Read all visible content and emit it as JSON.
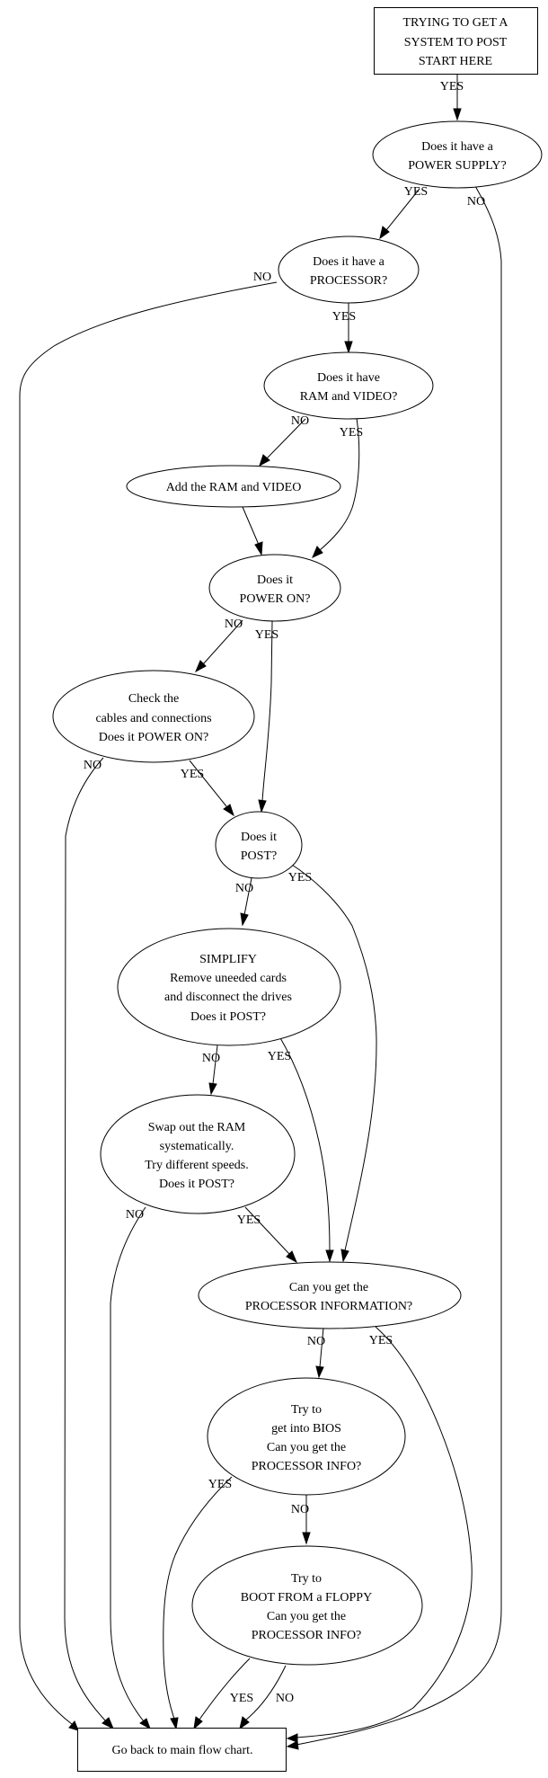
{
  "diagram": {
    "type": "flowchart",
    "colors": {
      "stroke": "#000000",
      "background": "#ffffff",
      "text": "#000000"
    },
    "nodes": {
      "start": {
        "shape": "box",
        "lines": [
          "TRYING TO GET A",
          "SYSTEM TO POST",
          "START HERE"
        ]
      },
      "power_supply": {
        "shape": "ellipse",
        "lines": [
          "Does it have a",
          "POWER SUPPLY?"
        ]
      },
      "processor": {
        "shape": "ellipse",
        "lines": [
          "Does it have a",
          "PROCESSOR?"
        ]
      },
      "ram_video": {
        "shape": "ellipse",
        "lines": [
          "Does it have",
          "RAM and VIDEO?"
        ]
      },
      "add_ram_video": {
        "shape": "ellipse",
        "lines": [
          "Add the RAM and VIDEO"
        ]
      },
      "power_on": {
        "shape": "ellipse",
        "lines": [
          "Does it",
          "POWER ON?"
        ]
      },
      "check_cables": {
        "shape": "ellipse",
        "lines": [
          "Check the",
          "cables and connections",
          "Does it POWER ON?"
        ]
      },
      "post": {
        "shape": "ellipse",
        "lines": [
          "Does it",
          "POST?"
        ]
      },
      "simplify": {
        "shape": "ellipse",
        "lines": [
          "SIMPLIFY",
          "Remove uneeded cards",
          "and disconnect the drives",
          "Does it POST?"
        ]
      },
      "swap_ram": {
        "shape": "ellipse",
        "lines": [
          "Swap out the RAM",
          "systematically.",
          "Try different speeds.",
          "Does it POST?"
        ]
      },
      "processor_info": {
        "shape": "ellipse",
        "lines": [
          "Can you get the",
          "PROCESSOR INFORMATION?"
        ]
      },
      "bios": {
        "shape": "ellipse",
        "lines": [
          "Try to",
          "get into BIOS",
          "Can you get the",
          "PROCESSOR INFO?"
        ]
      },
      "floppy": {
        "shape": "ellipse",
        "lines": [
          "Try to",
          "BOOT FROM a FLOPPY",
          "Can you get the",
          "PROCESSOR INFO?"
        ]
      },
      "main_chart": {
        "shape": "box",
        "lines": [
          "Go back to main flow chart."
        ]
      }
    },
    "edges": [
      {
        "from": "start",
        "to": "power_supply",
        "label": "YES"
      },
      {
        "from": "power_supply",
        "to": "processor",
        "label": "YES"
      },
      {
        "from": "power_supply",
        "to": "main_chart",
        "label": "NO"
      },
      {
        "from": "processor",
        "to": "main_chart",
        "label": "NO"
      },
      {
        "from": "processor",
        "to": "ram_video",
        "label": "YES"
      },
      {
        "from": "ram_video",
        "to": "add_ram_video",
        "label": "NO"
      },
      {
        "from": "ram_video",
        "to": "power_on",
        "label": "YES"
      },
      {
        "from": "add_ram_video",
        "to": "power_on",
        "label": ""
      },
      {
        "from": "power_on",
        "to": "check_cables",
        "label": "NO"
      },
      {
        "from": "power_on",
        "to": "post",
        "label": "YES"
      },
      {
        "from": "check_cables",
        "to": "main_chart",
        "label": "NO"
      },
      {
        "from": "check_cables",
        "to": "post",
        "label": "YES"
      },
      {
        "from": "post",
        "to": "simplify",
        "label": "NO"
      },
      {
        "from": "post",
        "to": "processor_info",
        "label": "YES"
      },
      {
        "from": "simplify",
        "to": "swap_ram",
        "label": "NO"
      },
      {
        "from": "simplify",
        "to": "processor_info",
        "label": "YES"
      },
      {
        "from": "swap_ram",
        "to": "main_chart",
        "label": "NO"
      },
      {
        "from": "swap_ram",
        "to": "processor_info",
        "label": "YES"
      },
      {
        "from": "processor_info",
        "to": "bios",
        "label": "NO"
      },
      {
        "from": "processor_info",
        "to": "main_chart",
        "label": "YES"
      },
      {
        "from": "bios",
        "to": "main_chart",
        "label": "YES"
      },
      {
        "from": "bios",
        "to": "floppy",
        "label": "NO"
      },
      {
        "from": "floppy",
        "to": "main_chart",
        "label": "YES"
      },
      {
        "from": "floppy",
        "to": "main_chart",
        "label": "NO"
      }
    ]
  }
}
